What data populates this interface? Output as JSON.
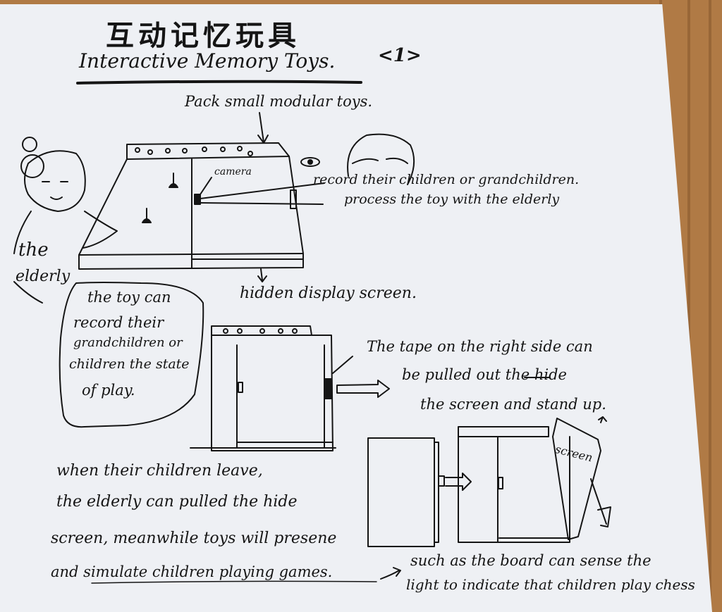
{
  "title": {
    "chinese": "互动记忆玩具",
    "english": "Interactive Memory Toys.",
    "number": "<1>"
  },
  "annotations": {
    "pack_toys": "Pack small modular toys.",
    "camera": "camera",
    "record": "record their children or grandchildren.",
    "process": "process the toy with the elderly",
    "elderly": [
      "the",
      "elderly"
    ],
    "hidden_screen": "hidden display screen.",
    "bubble": [
      "the toy can",
      "record their",
      "grandchildren or",
      "children the state",
      "of play."
    ],
    "tape": [
      "The tape on the right side can",
      "be pulled out the hide",
      "the screen and stand up."
    ],
    "screen_label": "screen",
    "when_leave": [
      "when their children leave,",
      "the elderly can pulled the hide",
      "screen, meanwhile toys will presene",
      "and simulate children playing games."
    ],
    "sense": [
      "such as the board can sense the",
      "light to indicate that children play chess"
    ]
  }
}
